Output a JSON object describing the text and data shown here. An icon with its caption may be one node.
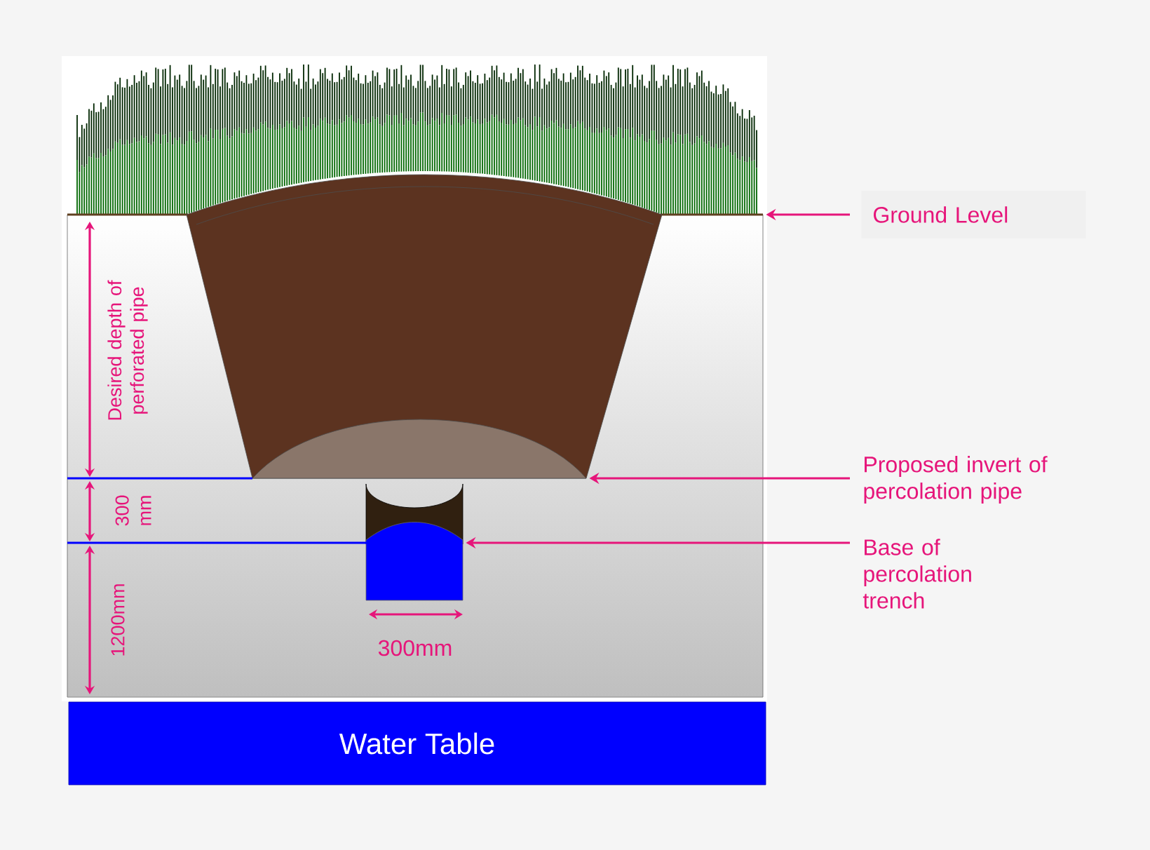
{
  "diagram": {
    "nodes": [
      {
        "text": [
          "Water Table"
        ]
      },
      {
        "text": [
          "Ground Level"
        ]
      },
      {
        "text": [
          "Proposed invert of percolation pipe"
        ]
      },
      {
        "text": [
          "Base of percolation trench"
        ]
      },
      {
        "text": [],
        "shape": "picture"
      },
      {
        "text": [],
        "shape": "picture"
      },
      {
        "text": [],
        "shape": "box"
      }
    ],
    "edges": [
      {
        "from": 1,
        "to": 4,
        "arrow": "to"
      },
      {
        "from": 2,
        "to": 5,
        "arrow": "to"
      },
      {
        "from": 3,
        "to": 6,
        "arrow": "to"
      }
    ],
    "labels": [
      "Desired depth of perforated pipe",
      "300 mm",
      "1200mm",
      "300mm"
    ]
  }
}
